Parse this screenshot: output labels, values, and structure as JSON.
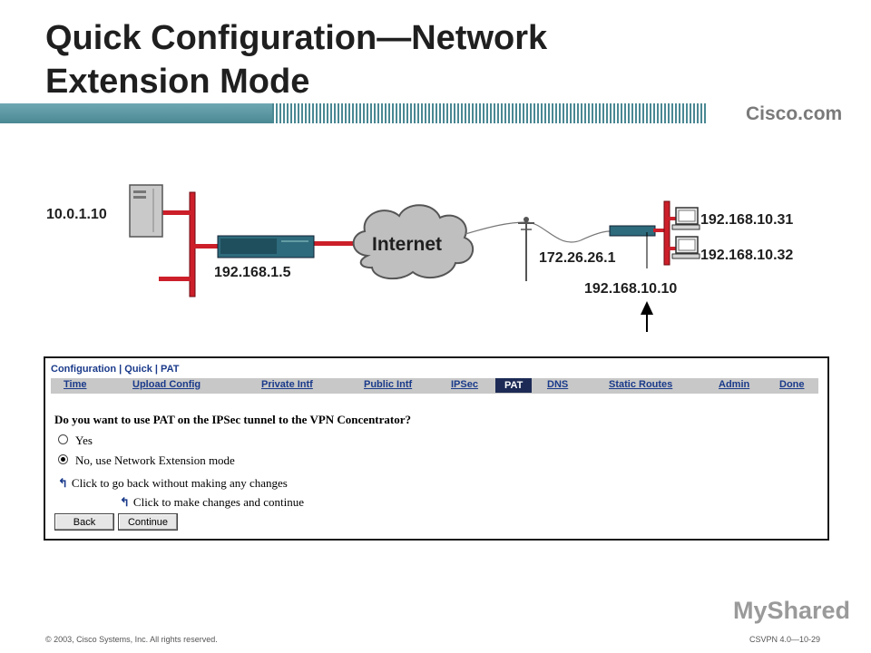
{
  "slide": {
    "title_line1": "Quick Configuration—Network",
    "title_line2": "Extension Mode",
    "brand": "Cisco.com",
    "footer_left": "© 2003, Cisco Systems, Inc. All rights reserved.",
    "footer_right": "CSVPN 4.0—10-29",
    "watermark": "MyShared"
  },
  "diagram": {
    "server_ip": "10.0.1.10",
    "concentrator_ip": "192.168.1.5",
    "cloud_label": "Internet",
    "public_ip": "172.26.26.1",
    "private_ip": "192.168.10.10",
    "host1_ip": "192.168.10.31",
    "host2_ip": "192.168.10.32"
  },
  "screen": {
    "breadcrumb": "Configuration | Quick | PAT",
    "nav": [
      {
        "label": "Time",
        "active": false
      },
      {
        "label": "Upload Config",
        "active": false
      },
      {
        "label": "Private Intf",
        "active": false
      },
      {
        "label": "Public Intf",
        "active": false
      },
      {
        "label": "IPSec",
        "active": false
      },
      {
        "label": "PAT",
        "active": true
      },
      {
        "label": "DNS",
        "active": false
      },
      {
        "label": "Static Routes",
        "active": false
      },
      {
        "label": "Admin",
        "active": false
      },
      {
        "label": "Done",
        "active": false
      }
    ],
    "question": "Do you want to use PAT on the IPSec tunnel to the VPN Concentrator?",
    "options": [
      {
        "label": "Yes",
        "selected": false
      },
      {
        "label": "No, use Network Extension mode",
        "selected": true
      }
    ],
    "hint_back": "Click to go back without making any changes",
    "hint_continue": "Click to make changes and continue",
    "back_label": "Back",
    "continue_label": "Continue"
  }
}
